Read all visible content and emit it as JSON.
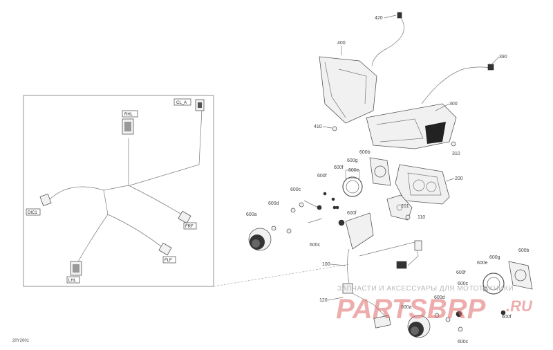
{
  "diagram_code": "20Y2001",
  "part_labels": {
    "p420": "420",
    "p400": "400",
    "p390": "390",
    "p300": "300",
    "p410": "410",
    "p310": "310",
    "p200": "200",
    "p600b_top": "600b",
    "p600f_a": "600f",
    "p600g_a": "600g",
    "p600e_a": "600e",
    "p600c_a": "600c",
    "p600f_b": "600f",
    "p600d_a": "600d",
    "p600a_a": "600a",
    "p600f_c": "600f",
    "p201": "201",
    "p110": "110",
    "p600c_b": "600c",
    "p100": "100",
    "p120": "120",
    "p600b_bot": "600b",
    "p600g_b": "600g",
    "p600e_b": "600e",
    "p600f_d": "600f",
    "p600c_c": "600c",
    "p600d_b": "600d",
    "p600a_b": "600a",
    "p600f_e": "600f",
    "p600c_d": "600c"
  },
  "connector_labels": {
    "rhl": "RHL",
    "cl_a": "CL_A",
    "dic1": "DIC1",
    "frf": "FRF",
    "flf": "FLF",
    "lhl": "LHL"
  },
  "watermark": {
    "text": "ЗАПЧАСТИ И АКСЕССУАРЫ ДЛЯ МОТОТЕХНИКИ",
    "logo": "PARTSBRP",
    "domain": ".RU"
  }
}
